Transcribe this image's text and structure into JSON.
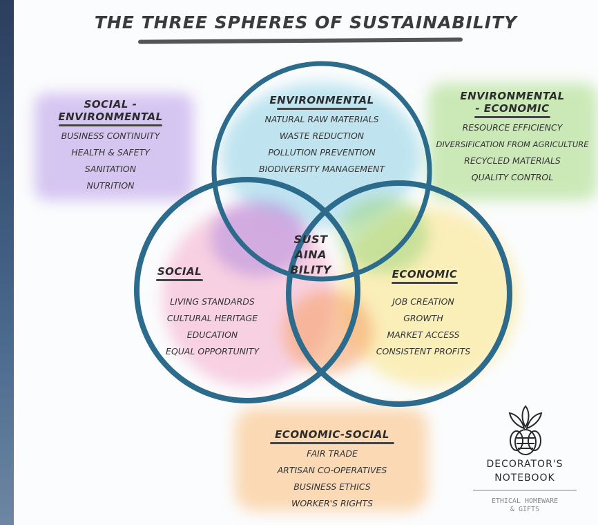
{
  "title": "THE THREE SPHERES OF SUSTAINABILITY",
  "center_label": [
    "SUST",
    "AINA",
    "BILITY"
  ],
  "environmental": {
    "heading": "ENVIRONMENTAL",
    "items": [
      "NATURAL RAW MATERIALS",
      "WASTE REDUCTION",
      "POLLUTION PREVENTION",
      "BIODIVERSITY MANAGEMENT"
    ],
    "color": "#2f6e8e"
  },
  "social": {
    "heading": "SOCIAL",
    "items": [
      "LIVING STANDARDS",
      "CULTURAL HERITAGE",
      "EDUCATION",
      "EQUAL OPPORTUNITY"
    ]
  },
  "economic": {
    "heading": "ECONOMIC",
    "items": [
      "JOB CREATION",
      "GROWTH",
      "MARKET ACCESS",
      "CONSISTENT PROFITS"
    ]
  },
  "social_environmental": {
    "heading_lines": [
      "SOCIAL -",
      "ENVIRONMENTAL"
    ],
    "items": [
      "BUSINESS CONTINUITY",
      "HEALTH & SAFETY",
      "SANITATION",
      "NUTRITION"
    ],
    "color": "#b79be6"
  },
  "environmental_economic": {
    "heading_lines": [
      "ENVIRONMENTAL",
      "- ECONOMIC"
    ],
    "items": [
      "RESOURCE EFFICIENCY",
      "DIVERSIFICATION FROM AGRICULTURE",
      "RECYCLED MATERIALS",
      "QUALITY CONTROL"
    ],
    "color": "#a8d88a"
  },
  "economic_social": {
    "heading": "ECONOMIC-SOCIAL",
    "items": [
      "FAIR TRADE",
      "ARTISAN CO-OPERATIVES",
      "BUSINESS ETHICS",
      "WORKER'S RIGHTS"
    ],
    "color": "#f7c48e"
  },
  "logo": {
    "name_line1": "DECORATOR'S",
    "name_line2": "NOTEBOOK",
    "tagline_line1": "ETHICAL HOMEWARE",
    "tagline_line2": "& GIFTS",
    "icon": "bee-leaf-icon"
  },
  "colors": {
    "circle_stroke": "#2c6b8c",
    "env_wash": "#7fc8e0",
    "social_wash": "#f4a8c8",
    "economic_wash": "#f8e27a"
  }
}
